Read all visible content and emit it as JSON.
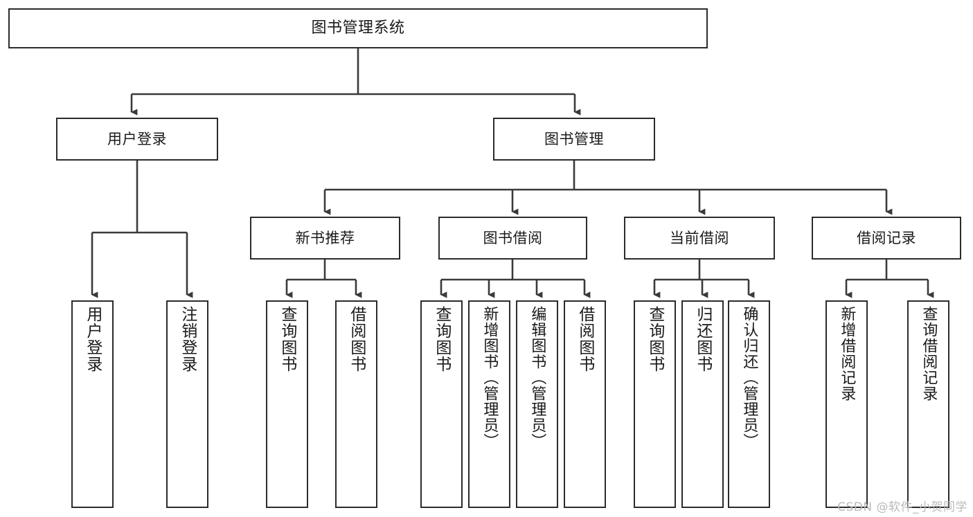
{
  "diagram": {
    "title": "图书管理系统",
    "type": "tree",
    "watermark": "CSDN @软件_小贺同学",
    "colors": {
      "border": "#2b2b2b",
      "background": "#ffffff",
      "text": "#1a1a1a",
      "edge": "#3a3a3a",
      "watermark": "#b9b9b9"
    },
    "levels": {
      "level1": [
        "图书管理系统"
      ],
      "level2": [
        "用户登录",
        "图书管理"
      ],
      "level3": [
        "新书推荐",
        "图书借阅",
        "当前借阅",
        "借阅记录"
      ],
      "level4": [
        "用户登录",
        "注销登录",
        "查询图书",
        "借阅图书",
        "查询图书",
        "新增图书（管理员）",
        "编辑图书（管理员）",
        "借阅图书",
        "查询图书",
        "归还图书",
        "确认归还（管理员）",
        "新增借阅记录",
        "查询借阅记录"
      ]
    },
    "nodes": {
      "root": {
        "label": "图书管理系统"
      },
      "user_login": {
        "label": "用户登录"
      },
      "book_manage": {
        "label": "图书管理"
      },
      "new_book_rec": {
        "label": "新书推荐"
      },
      "book_borrow": {
        "label": "图书借阅"
      },
      "current_borrow": {
        "label": "当前借阅"
      },
      "borrow_record": {
        "label": "借阅记录"
      },
      "leaf_user_login": {
        "label": "用户登录"
      },
      "leaf_logout": {
        "label": "注销登录"
      },
      "leaf_query_book_a": {
        "label": "查询图书"
      },
      "leaf_borrow_book_a": {
        "label": "借阅图书"
      },
      "leaf_query_book_b": {
        "label": "查询图书"
      },
      "leaf_add_book": {
        "label": "新增图书（管理员）"
      },
      "leaf_edit_book": {
        "label": "编辑图书（管理员）"
      },
      "leaf_borrow_book_b": {
        "label": "借阅图书"
      },
      "leaf_query_book_c": {
        "label": "查询图书"
      },
      "leaf_return_book": {
        "label": "归还图书"
      },
      "leaf_confirm_return": {
        "label": "确认归还（管理员）"
      },
      "leaf_add_record": {
        "label": "新增借阅记录"
      },
      "leaf_query_record": {
        "label": "查询借阅记录"
      }
    },
    "edges": [
      {
        "from": "root",
        "to": "user_login"
      },
      {
        "from": "root",
        "to": "book_manage"
      },
      {
        "from": "user_login",
        "to": "leaf_user_login"
      },
      {
        "from": "user_login",
        "to": "leaf_logout"
      },
      {
        "from": "book_manage",
        "to": "new_book_rec"
      },
      {
        "from": "book_manage",
        "to": "book_borrow"
      },
      {
        "from": "book_manage",
        "to": "current_borrow"
      },
      {
        "from": "book_manage",
        "to": "borrow_record"
      },
      {
        "from": "new_book_rec",
        "to": "leaf_query_book_a"
      },
      {
        "from": "new_book_rec",
        "to": "leaf_borrow_book_a"
      },
      {
        "from": "book_borrow",
        "to": "leaf_query_book_b"
      },
      {
        "from": "book_borrow",
        "to": "leaf_add_book"
      },
      {
        "from": "book_borrow",
        "to": "leaf_edit_book"
      },
      {
        "from": "book_borrow",
        "to": "leaf_borrow_book_b"
      },
      {
        "from": "current_borrow",
        "to": "leaf_query_book_c"
      },
      {
        "from": "current_borrow",
        "to": "leaf_return_book"
      },
      {
        "from": "current_borrow",
        "to": "leaf_confirm_return"
      },
      {
        "from": "borrow_record",
        "to": "leaf_add_record"
      },
      {
        "from": "borrow_record",
        "to": "leaf_query_record"
      }
    ]
  }
}
